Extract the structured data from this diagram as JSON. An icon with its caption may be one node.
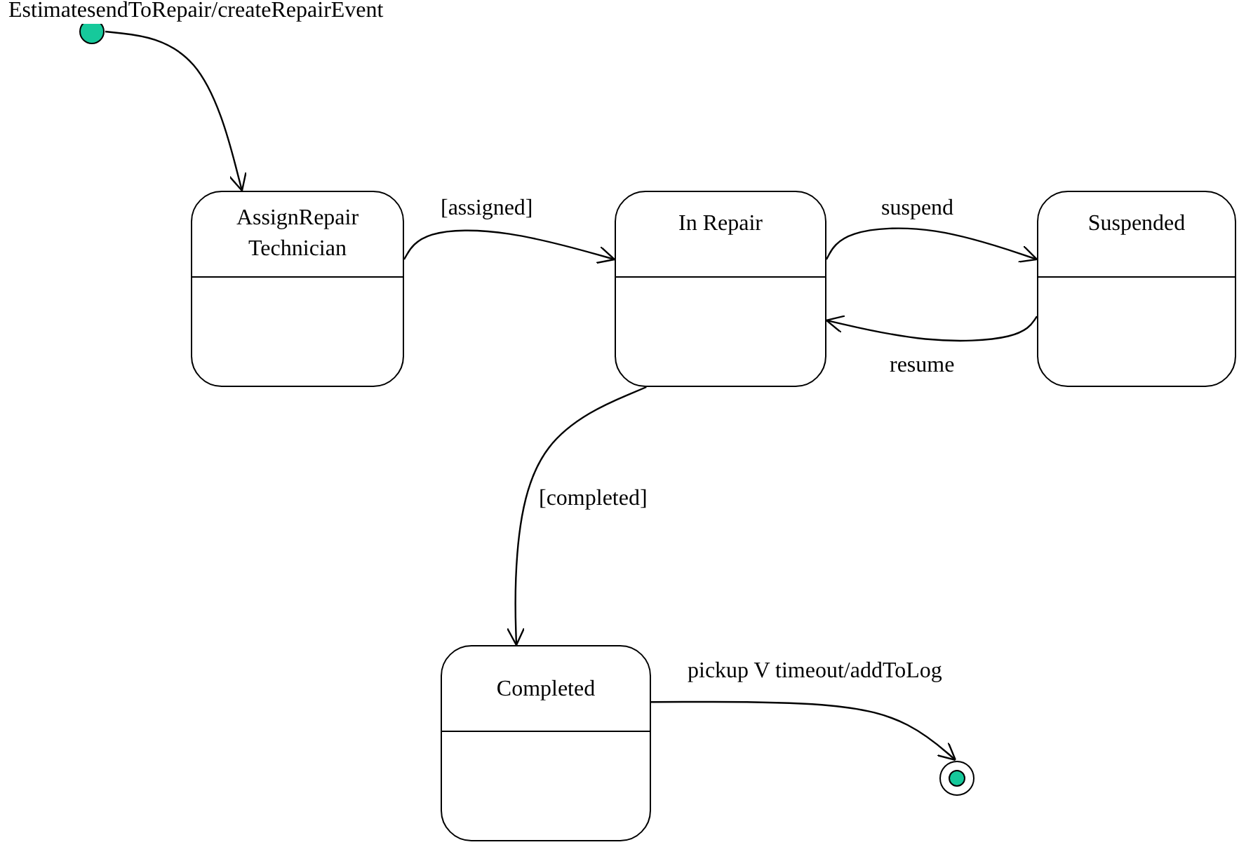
{
  "diagram": {
    "nodes": [
      {
        "text": [],
        "shape": "circle"
      },
      {
        "text": [
          "AssignRepair Technician"
        ]
      },
      {
        "text": [
          "In Repair"
        ]
      },
      {
        "text": [
          "Suspended"
        ]
      },
      {
        "text": [
          "Completed"
        ]
      },
      {
        "text": [],
        "shape": "circle"
      }
    ],
    "edges": [
      {
        "from": 0,
        "to": 1,
        "arrow": "to",
        "label": "EstimatesendToRepair/createRepairEvent"
      },
      {
        "from": 1,
        "to": 2,
        "arrow": "to",
        "label": "[assigned]"
      },
      {
        "from": 2,
        "to": 3,
        "arrow": "to",
        "label": "suspend"
      },
      {
        "from": 3,
        "to": 2,
        "arrow": "to",
        "label": "resume"
      },
      {
        "from": 2,
        "to": 4,
        "arrow": "to",
        "label": "[completed]"
      },
      {
        "from": 4,
        "to": 5,
        "arrow": "to",
        "label": "pickup V timeout/addToLog"
      }
    ]
  }
}
